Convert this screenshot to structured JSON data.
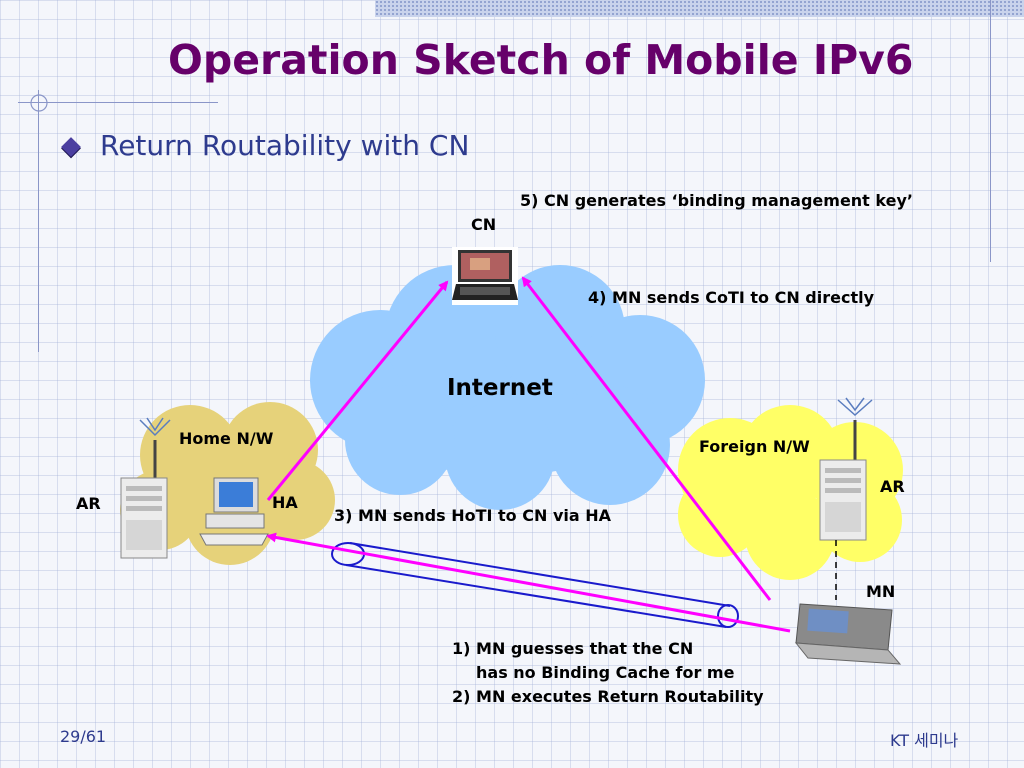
{
  "title": "Operation Sketch of Mobile IPv6",
  "subtitle": "Return Routability with CN",
  "nodes": {
    "cn": "CN",
    "internet": "Internet",
    "home_nw": "Home N/W",
    "foreign_nw": "Foreign N/W",
    "ar_home": "AR",
    "ha": "HA",
    "ar_foreign": "AR",
    "mn": "MN"
  },
  "steps": {
    "s5": "5) CN generates ‘binding management key’",
    "s4": "4) MN sends CoTI to CN directly",
    "s3": "3) MN sends HoTI to CN via HA",
    "s1_line1": "1) MN guesses that the CN",
    "s1_line2": "has no Binding Cache for me",
    "s2": "2) MN executes Return Routability"
  },
  "footer": {
    "page": "29/61",
    "org": "KT 세미나"
  },
  "colors": {
    "title": "#66006a",
    "subtitle": "#2e3b8e",
    "arrow": "#ff00ff",
    "tunnel": "#1a1acc",
    "internet_cloud": "#99ccff",
    "home_cloud": "#e6d27a",
    "foreign_cloud": "#ffff66"
  }
}
